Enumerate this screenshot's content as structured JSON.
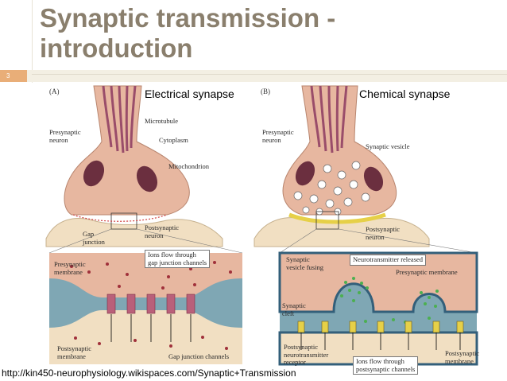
{
  "slide": {
    "title_line1": "Synaptic transmission -",
    "title_line2": "introduction",
    "number": "3",
    "source_url": "http://kin450-neurophysiology.wikispaces.com/Synaptic+Transmission"
  },
  "panel_a": {
    "letter": "(A)",
    "heading": "Electrical synapse",
    "labels": {
      "presynaptic_neuron": [
        "Presynaptic",
        "neuron"
      ],
      "microtubule": "Microtubule",
      "cytoplasm": "Cytoplasm",
      "mitochondrion": "Mitochondrion",
      "gap_junction": [
        "Gap",
        "junction"
      ],
      "postsynaptic_neuron": [
        "Postsynaptic",
        "neuron"
      ],
      "ions_flow": [
        "Ions flow through",
        "gap junction channels"
      ],
      "presynaptic_membrane": [
        "Presynaptic",
        "membrane"
      ],
      "postsynaptic_membrane": [
        "Postsynaptic",
        "membrane"
      ],
      "gap_junction_channels": "Gap junction channels"
    }
  },
  "panel_b": {
    "letter": "(B)",
    "heading": "Chemical synapse",
    "labels": {
      "presynaptic_neuron": [
        "Presynaptic",
        "neuron"
      ],
      "synaptic_vesicle": "Synaptic vesicle",
      "postsynaptic_neuron": [
        "Postsynaptic",
        "neuron"
      ],
      "synaptic_vesicle_fusing": [
        "Synaptic",
        "vesicle fusing"
      ],
      "neurotransmitter_released": "Neurotransmitter released",
      "presynaptic_membrane": "Presynaptic membrane",
      "synaptic_cleft": [
        "Synaptic",
        "cleft"
      ],
      "postsynaptic_receptor": [
        "Postsynaptic",
        "neurotransmitter",
        "receptor"
      ],
      "ions_flow": [
        "Ions flow through",
        "postsynaptic channels"
      ],
      "postsynaptic_membrane": [
        "Postsynaptic",
        "membrane"
      ]
    }
  },
  "colors": {
    "title": "#8a7f6d",
    "accent": "#e9ae78",
    "neuron": "#e7b7a0",
    "axon": "#9a4d6a",
    "cleft": "#7fa7b4",
    "postsynaptic": "#f1dfc2"
  }
}
